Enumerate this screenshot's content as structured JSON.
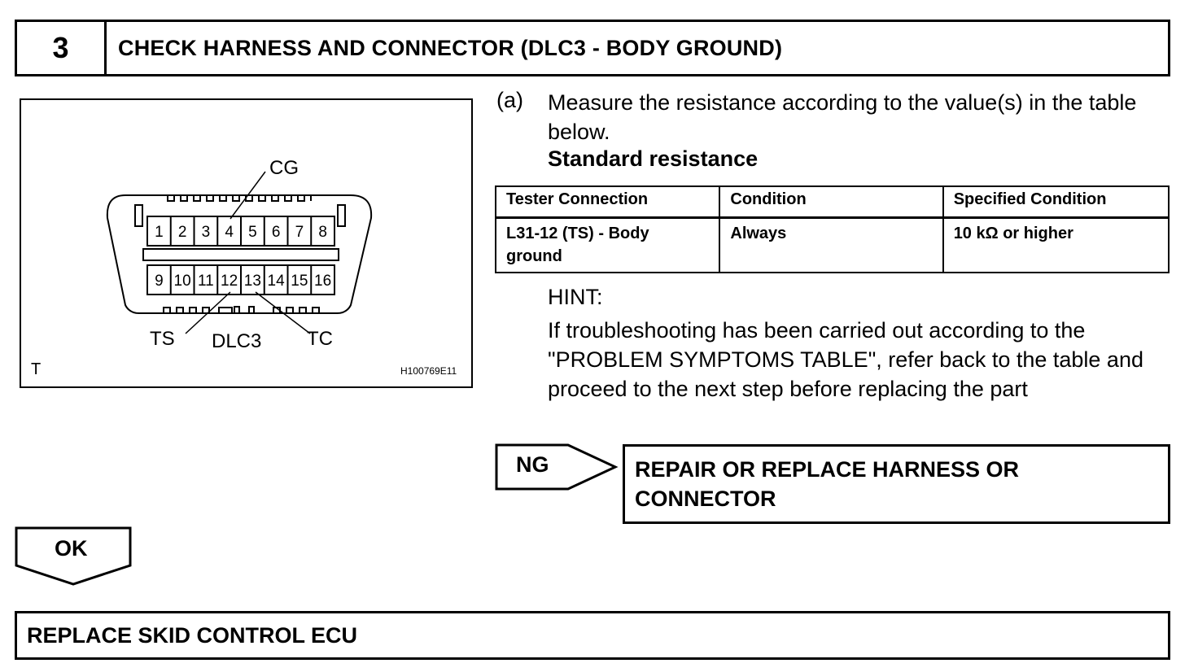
{
  "step": {
    "number": "3",
    "title": "CHECK HARNESS AND CONNECTOR (DLC3 - BODY GROUND)"
  },
  "figure": {
    "pins_top": [
      "1",
      "2",
      "3",
      "4",
      "5",
      "6",
      "7",
      "8"
    ],
    "pins_bottom": [
      "9",
      "10",
      "11",
      "12",
      "13",
      "14",
      "15",
      "16"
    ],
    "callouts": {
      "cg": "CG",
      "ts": "TS",
      "tc": "TC",
      "connector": "DLC3"
    },
    "corner_letter": "T",
    "code": "H100769E11"
  },
  "instruction": {
    "label": "(a)",
    "text": "Measure the resistance according to the value(s) in the table below.",
    "heading": "Standard resistance"
  },
  "table": {
    "headers": [
      "Tester Connection",
      "Condition",
      "Specified Condition"
    ],
    "rows": [
      [
        "L31-12 (TS) - Body ground",
        "Always",
        "10 kΩ or higher"
      ]
    ]
  },
  "hint": {
    "title": "HINT:",
    "text": "If troubleshooting has been carried out according to the \"PROBLEM SYMPTOMS TABLE\", refer back to the table and proceed to the next step before replacing the part"
  },
  "ng": {
    "label": "NG",
    "action": "REPAIR OR REPLACE HARNESS OR CONNECTOR"
  },
  "ok": {
    "label": "OK"
  },
  "final": {
    "text": "REPLACE SKID CONTROL ECU"
  }
}
